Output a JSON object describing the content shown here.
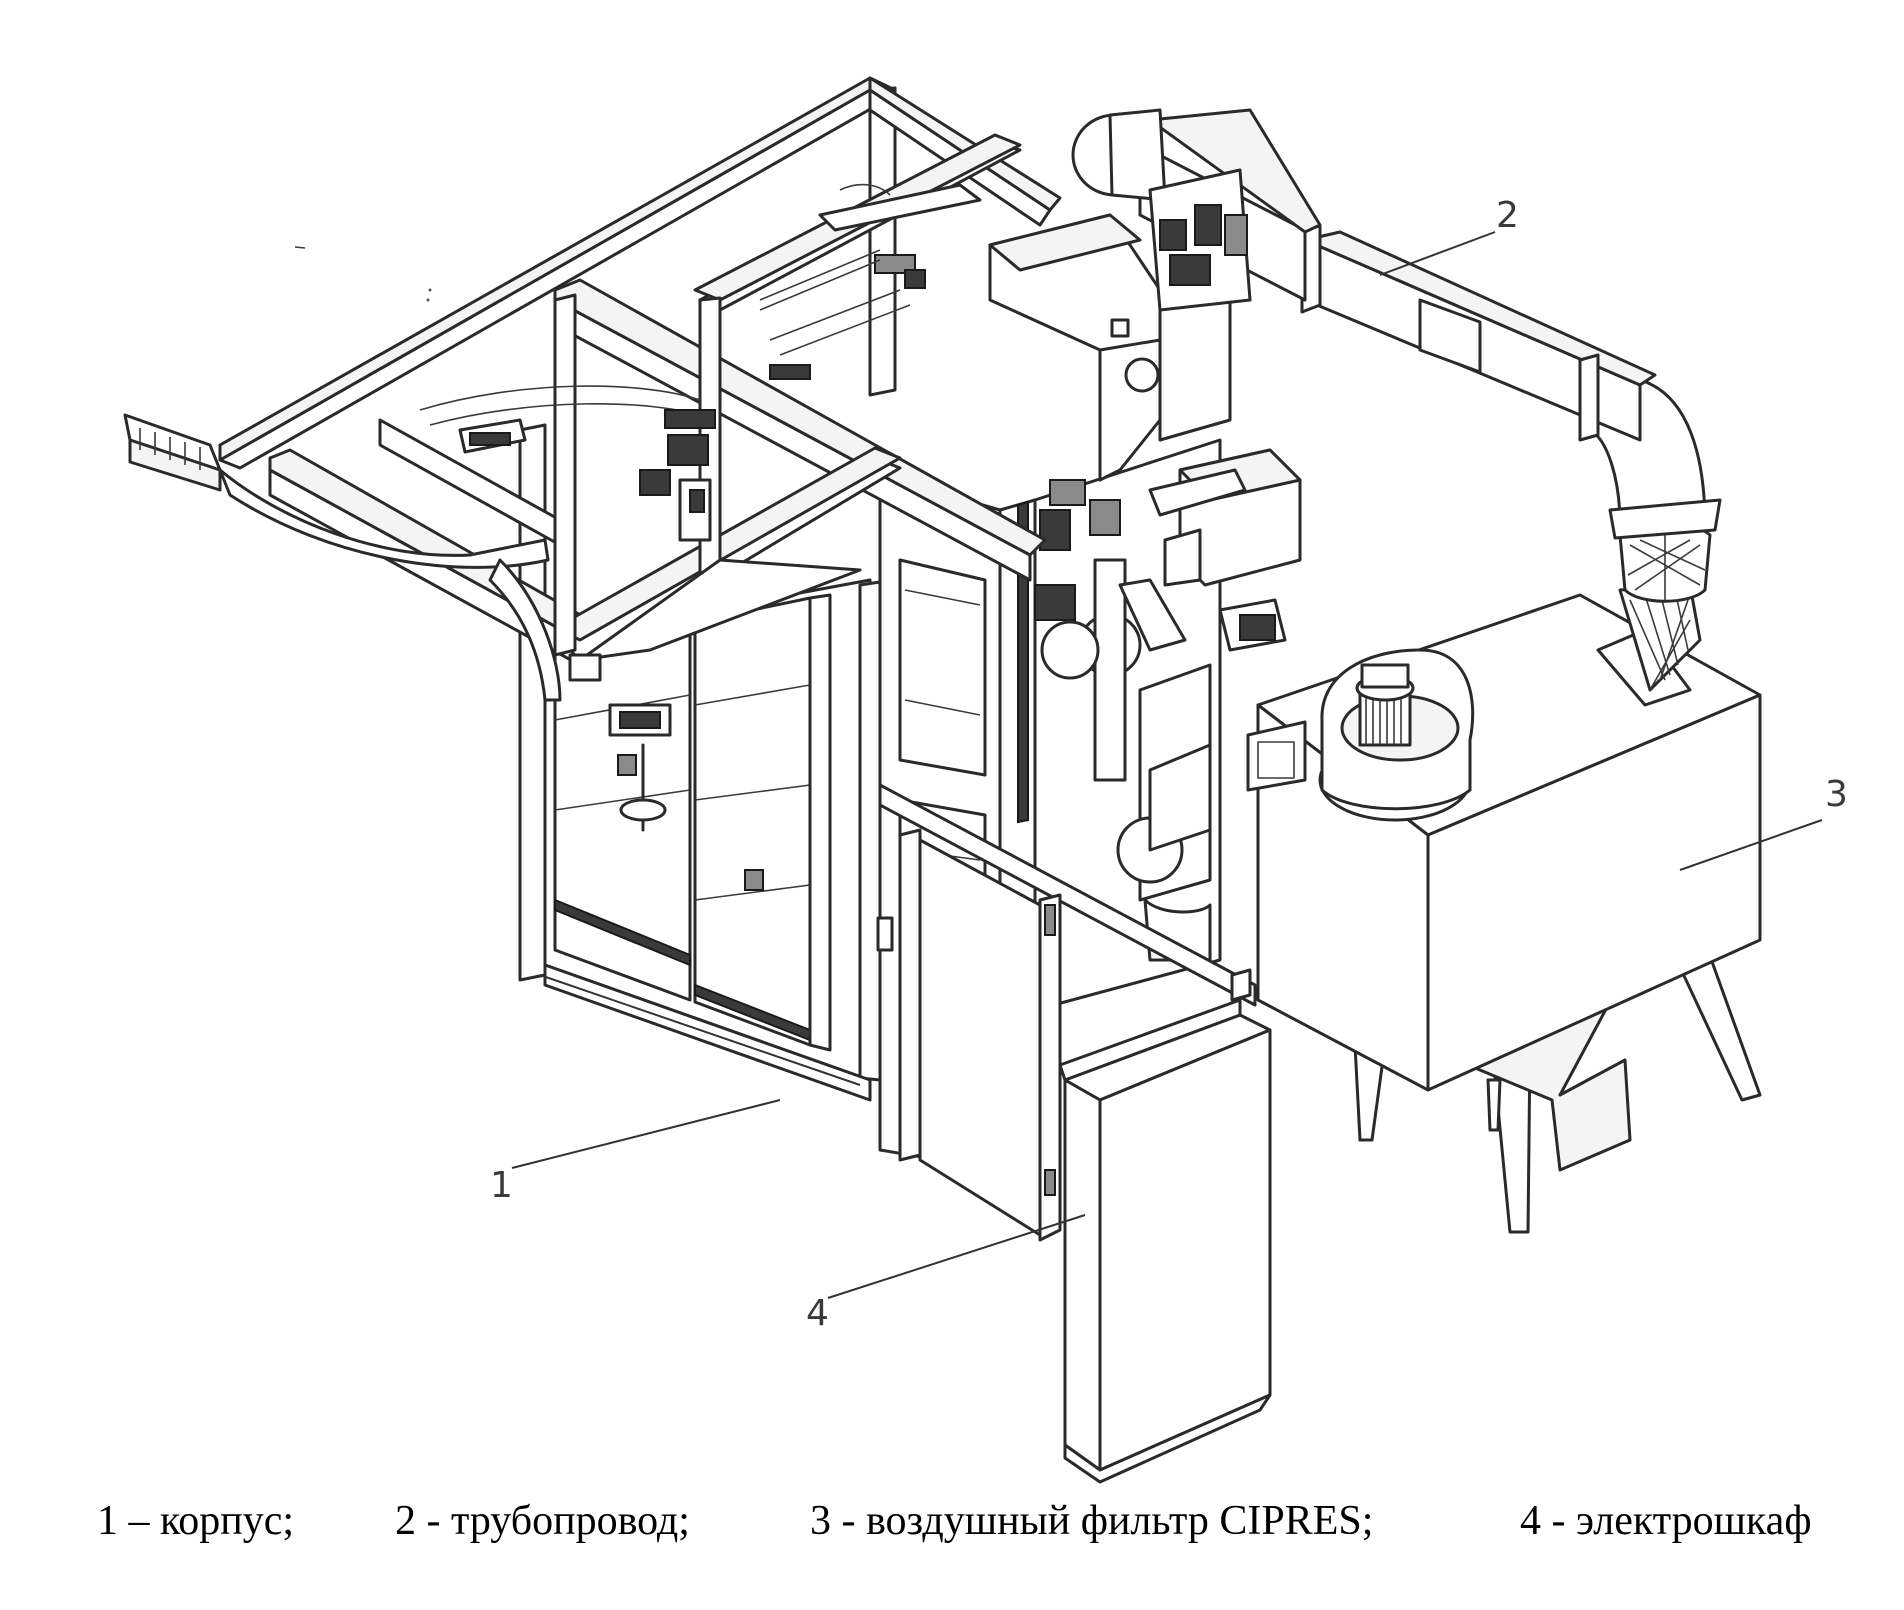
{
  "diagram": {
    "callouts": [
      {
        "id": "1",
        "label": "1"
      },
      {
        "id": "2",
        "label": "2"
      },
      {
        "id": "3",
        "label": "3"
      },
      {
        "id": "4",
        "label": "4"
      }
    ]
  },
  "legend": {
    "items": [
      {
        "text": "1 – корпус;"
      },
      {
        "text": "2 - трубопровод;"
      },
      {
        "text": "3 - воздушный фильтр CIPRES;"
      },
      {
        "text": "4 - электрошкаф"
      }
    ]
  }
}
